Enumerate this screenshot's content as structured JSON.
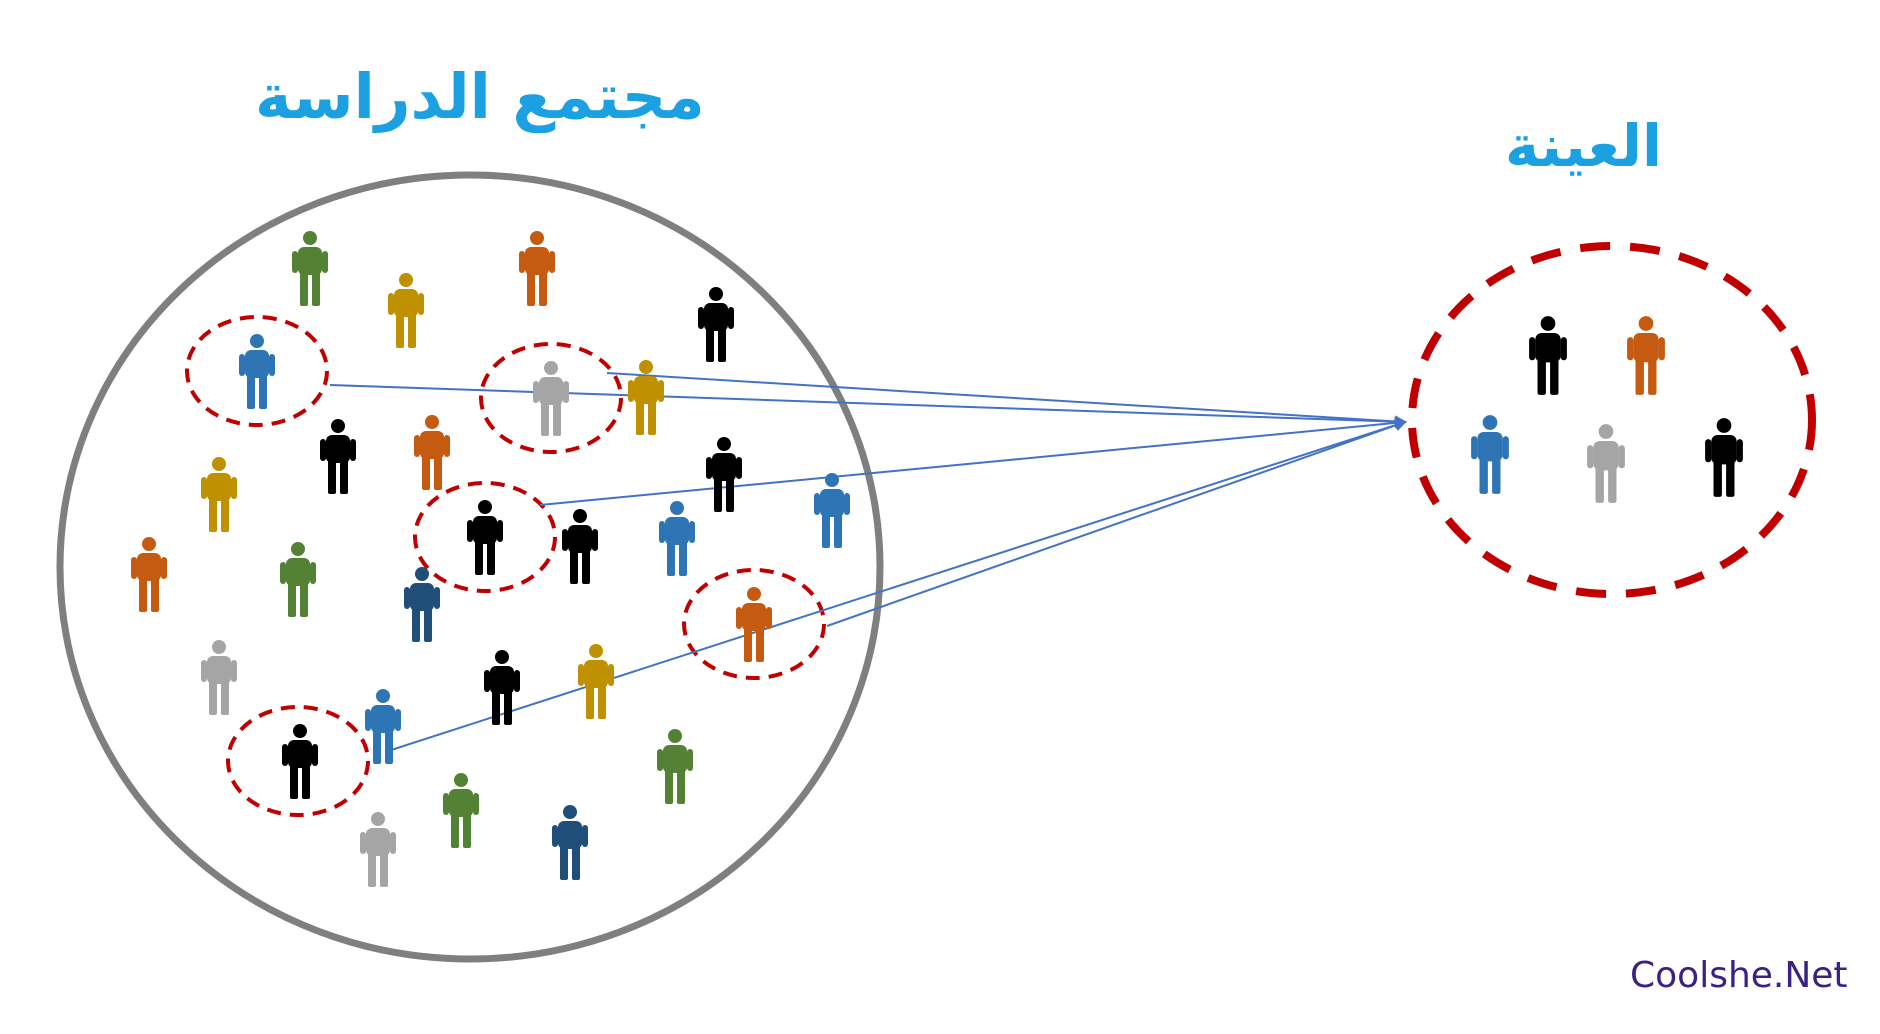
{
  "population": {
    "title": "مجتمع الدراسة",
    "people": [
      {
        "color": "#548235"
      },
      {
        "color": "#c55a11"
      },
      {
        "color": "#bf9000"
      },
      {
        "color": "#000000"
      },
      {
        "color": "#2e75b6"
      },
      {
        "color": "#a5a5a5"
      },
      {
        "color": "#bf9000"
      },
      {
        "color": "#000000"
      },
      {
        "color": "#c55a11"
      },
      {
        "color": "#bf9000"
      },
      {
        "color": "#000000"
      },
      {
        "color": "#000000"
      },
      {
        "color": "#000000"
      },
      {
        "color": "#2e75b6"
      },
      {
        "color": "#2e75b6"
      },
      {
        "color": "#c55a11"
      },
      {
        "color": "#548235"
      },
      {
        "color": "#1f4e79"
      },
      {
        "color": "#c55a11"
      },
      {
        "color": "#a5a5a5"
      },
      {
        "color": "#2e75b6"
      },
      {
        "color": "#000000"
      },
      {
        "color": "#bf9000"
      },
      {
        "color": "#000000"
      },
      {
        "color": "#548235"
      },
      {
        "color": "#548235"
      },
      {
        "color": "#a5a5a5"
      },
      {
        "color": "#1f4e79"
      }
    ]
  },
  "sample": {
    "title": "العينة",
    "people": [
      {
        "color": "#000000"
      },
      {
        "color": "#c55a11"
      },
      {
        "color": "#2e75b6"
      },
      {
        "color": "#a5a5a5"
      },
      {
        "color": "#000000"
      }
    ]
  },
  "colors": {
    "title": "#1ba1e2",
    "population_circle": "#7f7f7f",
    "dashed_circle": "#c00000",
    "arrow": "#4472c4",
    "watermark": "#3b2086"
  },
  "watermark": "Coolshe.Net"
}
